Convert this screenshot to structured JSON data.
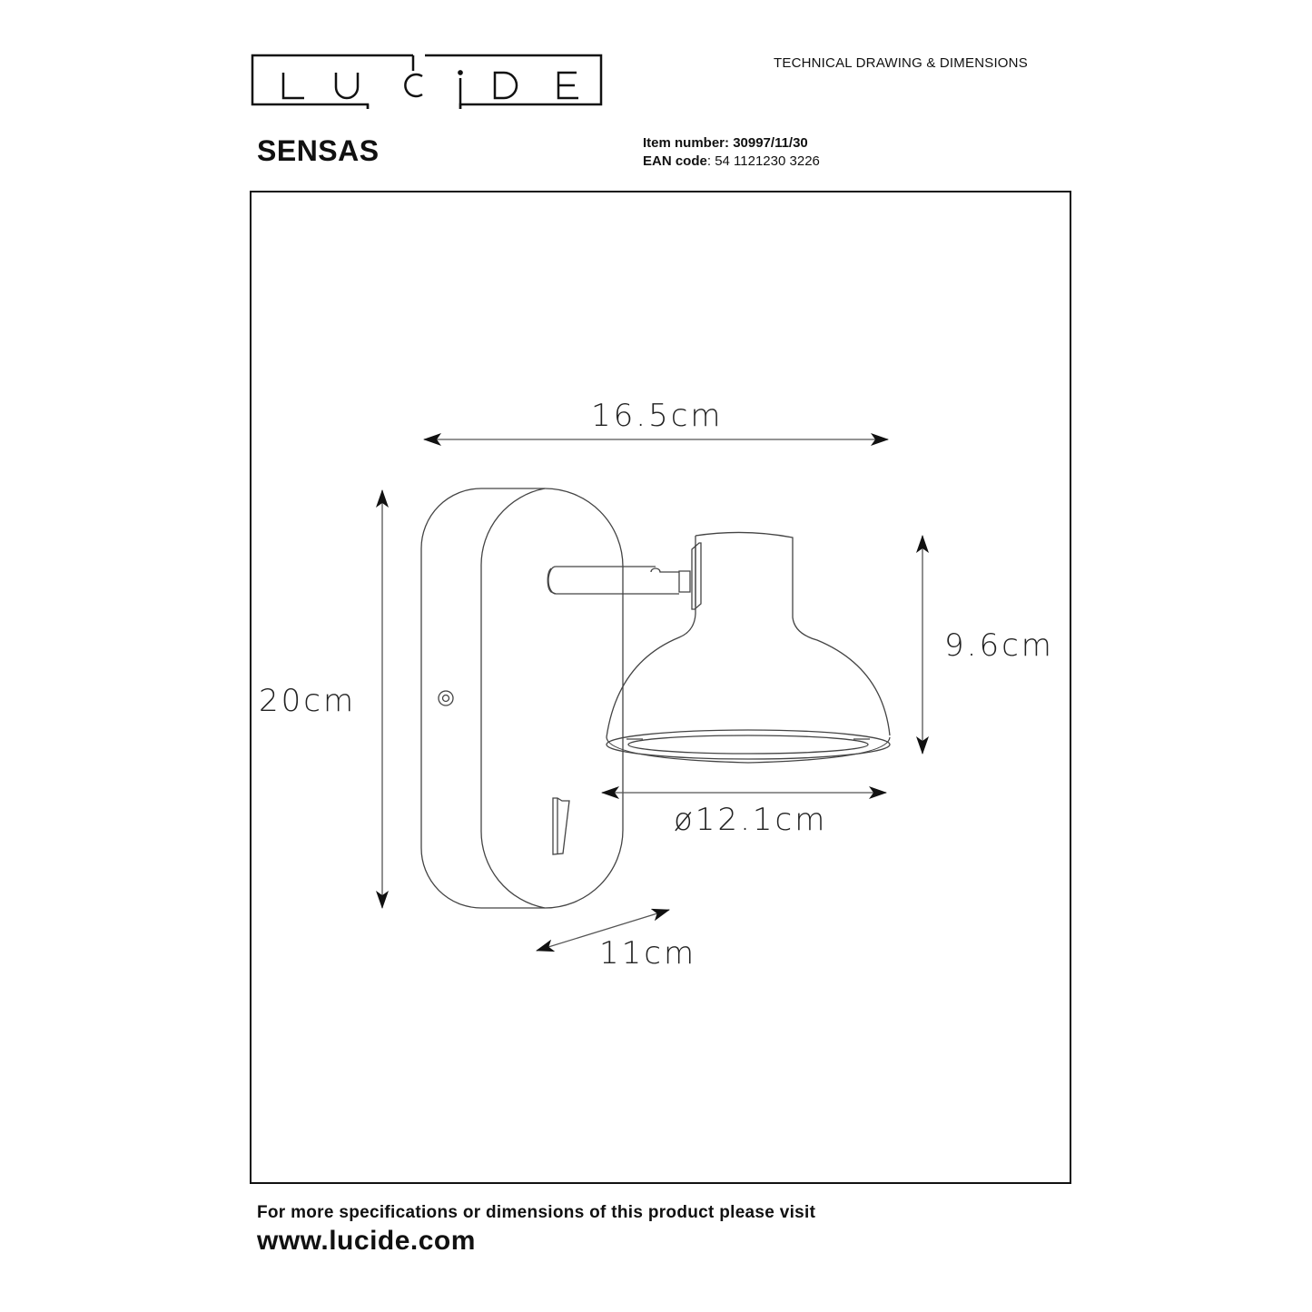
{
  "header": {
    "brand": "LUCIDE",
    "brand_letters": [
      "L",
      "U",
      "C",
      "i",
      "D",
      "E"
    ],
    "document_type": "TECHNICAL DRAWING & DIMENSIONS"
  },
  "product": {
    "name": "SENSAS",
    "item_number_label": "Item number",
    "item_number": "30997/11/30",
    "ean_label": "EAN code",
    "ean": "5411212303226",
    "ean_display": "54 1121230 3226"
  },
  "drawing": {
    "dimensions": {
      "width": "16.5cm",
      "height": "20cm",
      "shade_height": "9.6cm",
      "shade_diameter": "ø12.1cm",
      "depth": "11cm"
    },
    "line_color": "#333333",
    "arrow_color": "#111111"
  },
  "footer": {
    "note": "For more specifications or dimensions of this product please visit",
    "url": "www.lucide.com"
  }
}
